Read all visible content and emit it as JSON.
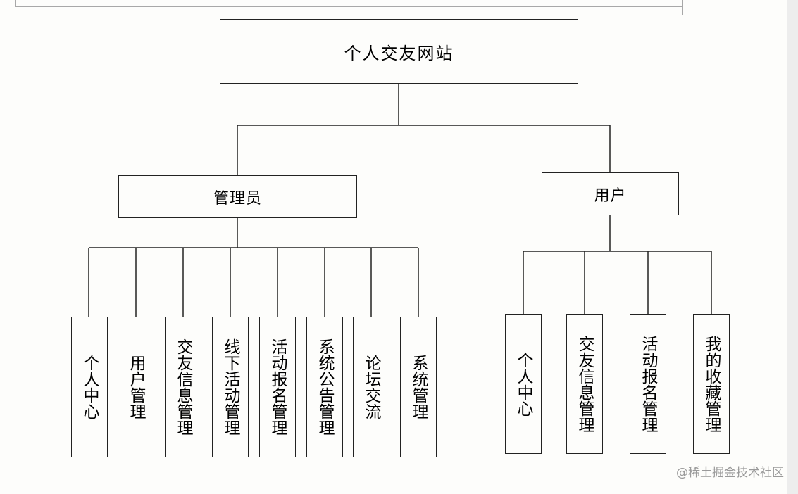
{
  "root": {
    "label": "个人交友网站"
  },
  "roles": {
    "admin": {
      "label": "管理员",
      "modules": [
        "个人中心",
        "用户管理",
        "交友信息管理",
        "线下活动管理",
        "活动报名管理",
        "系统公告管理",
        "论坛交流",
        "系统管理"
      ]
    },
    "user": {
      "label": "用户",
      "modules": [
        "个人中心",
        "交友信息管理",
        "活动报名管理",
        "我的收藏管理"
      ]
    }
  },
  "watermark": "@稀土掘金技术社区"
}
